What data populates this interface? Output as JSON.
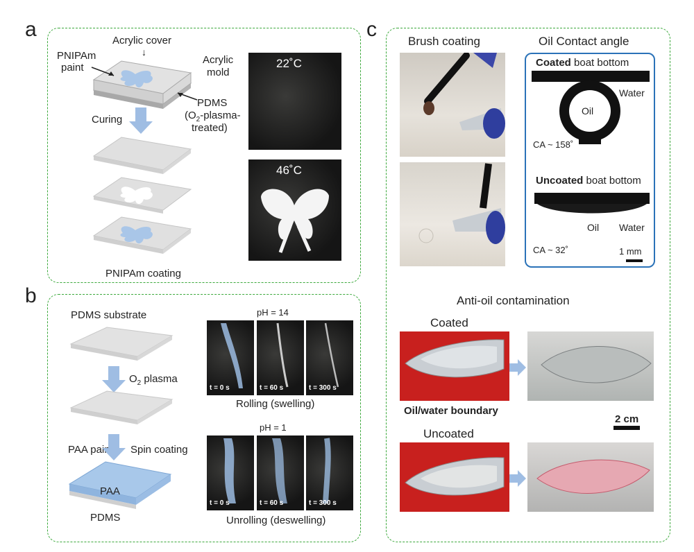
{
  "panels": {
    "a": {
      "letter": "a",
      "acrylic_cover": "Acrylic cover",
      "pnipam_paint_1": "PNIPAm",
      "pnipam_paint_2": "paint",
      "acrylic_mold_1": "Acrylic",
      "acrylic_mold_2": "mold",
      "pdms_1": "PDMS",
      "pdms_2_pre": "(O",
      "pdms_2_sub": "2",
      "pdms_2_post": "-plasma-",
      "pdms_3": "treated)",
      "curing": "Curing",
      "caption": "PNIPAm coating",
      "temp_low": "22˚C",
      "temp_high": "46˚C"
    },
    "b": {
      "letter": "b",
      "substrate": "PDMS substrate",
      "o2_pre": "O",
      "o2_sub": "2",
      "o2_post": " plasma",
      "paa_paint": "PAA paint",
      "spin": "Spin coating",
      "paa_layer": "PAA",
      "pdms_layer": "PDMS",
      "ph_high": "pH = 14",
      "ph_low": "pH = 1",
      "t0": "t = 0 s",
      "t60": "t = 60 s",
      "t300": "t = 300 s",
      "rolling": "Rolling (swelling)",
      "unrolling": "Unrolling (deswelling)"
    },
    "c": {
      "letter": "c",
      "brush": "Brush coating",
      "oil_ca": "Oil Contact angle",
      "coated_bold": "Coated",
      "coated_rest": " boat bottom",
      "water1": "Water",
      "oil1": "Oil",
      "ca1": "CA ~ 158˚",
      "uncoated_bold": "Uncoated",
      "uncoated_rest": " boat bottom",
      "oil2": "Oil",
      "water2": "Water",
      "ca2": "CA ~ 32˚",
      "scale_mm": "1 mm",
      "anti_oil": "Anti-oil contamination",
      "coated": "Coated",
      "boundary": "Oil/water boundary",
      "scale_cm": "2 cm",
      "uncoated": "Uncoated"
    }
  },
  "colors": {
    "dashed_border": "#3aa83a",
    "ca_box": "#2a72b8",
    "arrow_blue": "#9fbde3",
    "paa_blue": "#a8c8ea",
    "pnipam_blue": "#a9c6e8"
  }
}
